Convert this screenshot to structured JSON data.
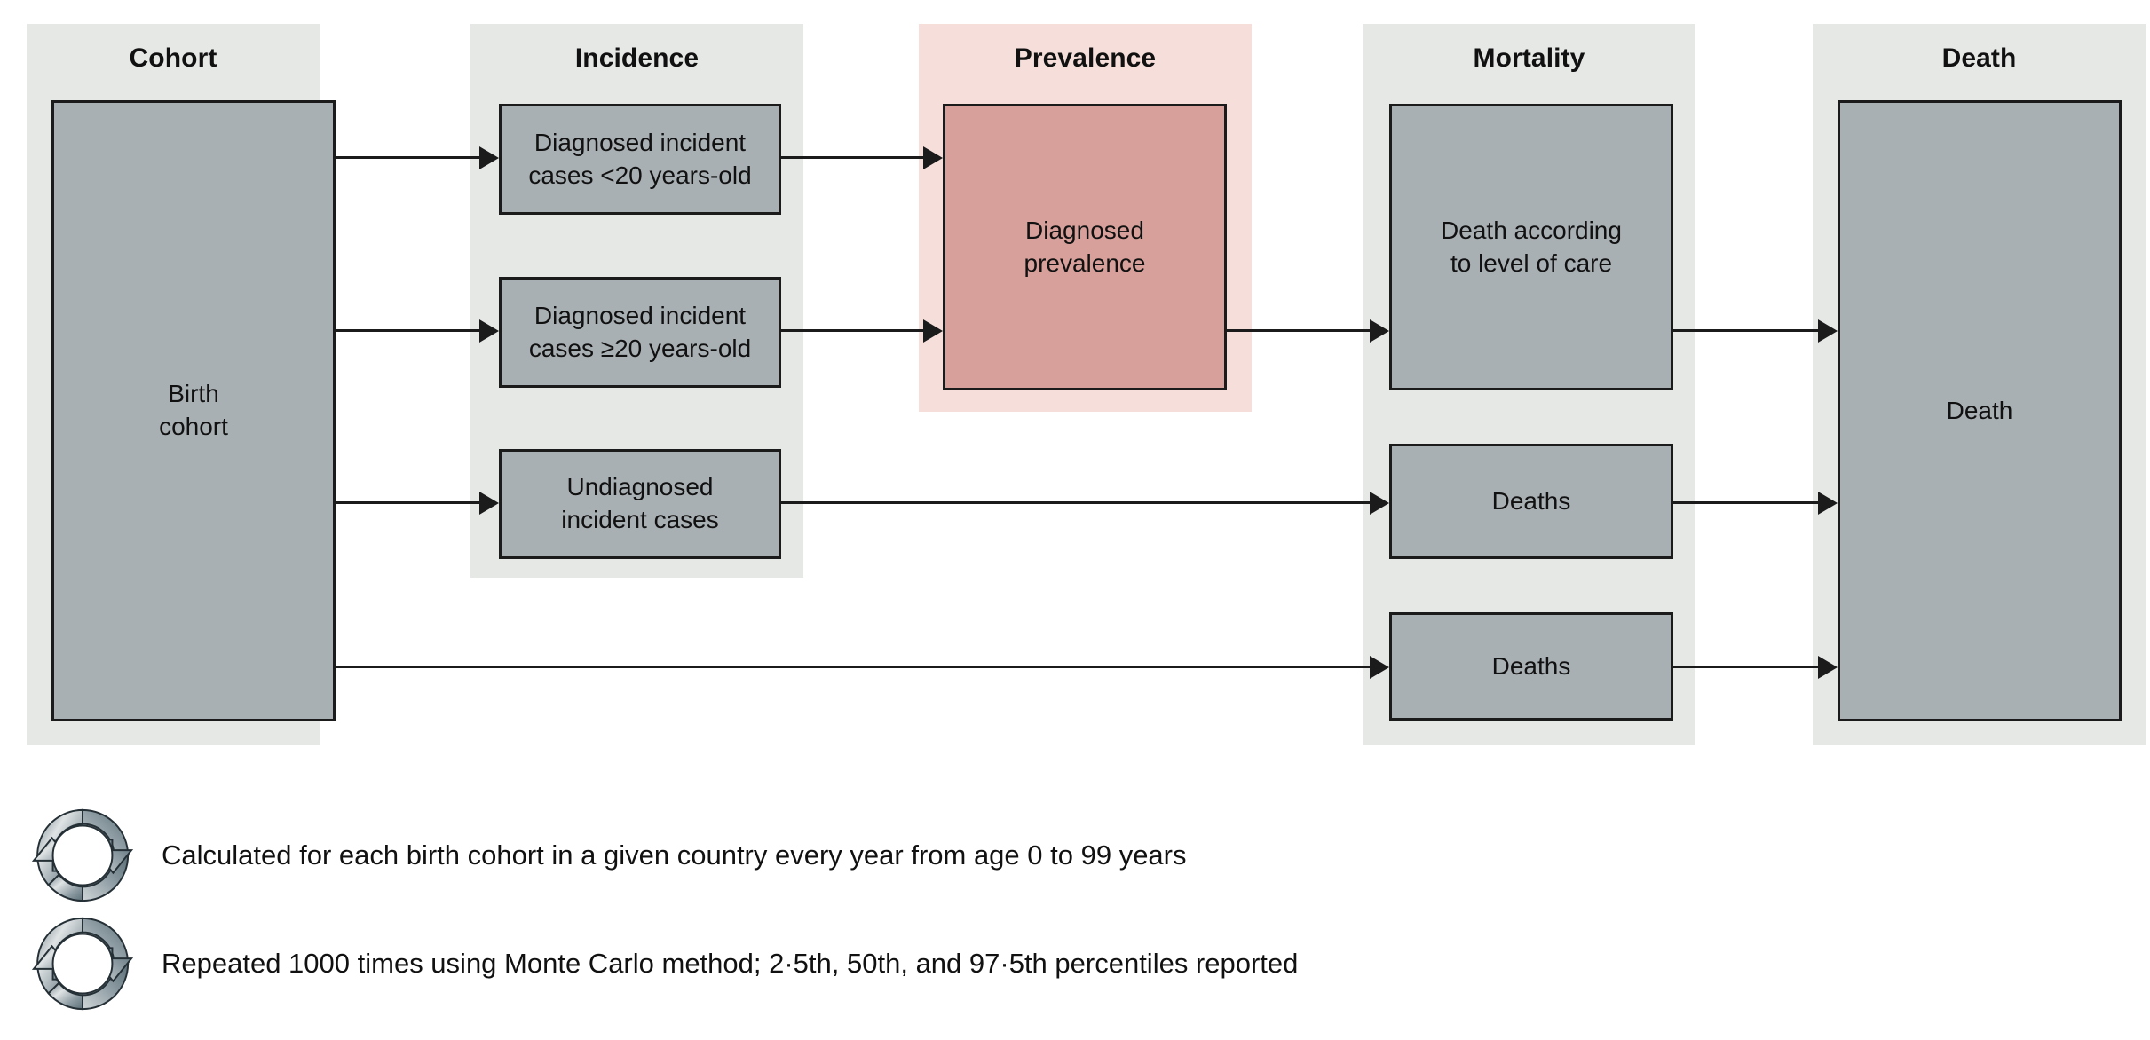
{
  "figure": {
    "type": "flow-diagram",
    "columns": [
      {
        "key": "cohort",
        "title": "Cohort",
        "accent": "#e6e8e6",
        "nodes": [
          {
            "key": "birth-cohort",
            "label": "Birth\ncohort",
            "fill": "#a9b0b4"
          }
        ]
      },
      {
        "key": "incidence",
        "title": "Incidence",
        "accent": "#e6e8e6",
        "nodes": [
          {
            "key": "diagnosed-incident-under20",
            "label": "Diagnosed incident\ncases <20 years-old",
            "fill": "#a9b0b4"
          },
          {
            "key": "diagnosed-incident-20plus",
            "label": "Diagnosed incident\ncases ≥20 years-old",
            "fill": "#a9b0b4"
          },
          {
            "key": "undiagnosed-incident",
            "label": "Undiagnosed\nincident cases",
            "fill": "#a9b0b4"
          }
        ]
      },
      {
        "key": "prevalence",
        "title": "Prevalence",
        "accent": "#f6dfda",
        "nodes": [
          {
            "key": "diagnosed-prevalence",
            "label": "Diagnosed\nprevalence",
            "fill": "#d8a09b"
          }
        ]
      },
      {
        "key": "mortality",
        "title": "Mortality",
        "accent": "#e6e8e6",
        "nodes": [
          {
            "key": "death-level-of-care",
            "label": "Death according\nto level of care",
            "fill": "#a9b0b4"
          },
          {
            "key": "deaths-undiagnosed",
            "label": "Deaths",
            "fill": "#a9b0b4"
          },
          {
            "key": "deaths-no-diabetes",
            "label": "Deaths",
            "fill": "#a9b0b4"
          }
        ]
      },
      {
        "key": "death",
        "title": "Death",
        "accent": "#e6e8e6",
        "nodes": [
          {
            "key": "death",
            "label": "Death",
            "fill": "#a9b0b4"
          }
        ]
      }
    ],
    "edges": [
      {
        "from": "birth-cohort",
        "to": "diagnosed-incident-under20"
      },
      {
        "from": "birth-cohort",
        "to": "diagnosed-incident-20plus"
      },
      {
        "from": "birth-cohort",
        "to": "undiagnosed-incident"
      },
      {
        "from": "birth-cohort",
        "to": "deaths-no-diabetes"
      },
      {
        "from": "diagnosed-incident-under20",
        "to": "diagnosed-prevalence"
      },
      {
        "from": "diagnosed-incident-20plus",
        "to": "diagnosed-prevalence"
      },
      {
        "from": "diagnosed-prevalence",
        "to": "death-level-of-care"
      },
      {
        "from": "undiagnosed-incident",
        "to": "deaths-undiagnosed"
      },
      {
        "from": "death-level-of-care",
        "to": "death"
      },
      {
        "from": "deaths-undiagnosed",
        "to": "death"
      },
      {
        "from": "deaths-no-diabetes",
        "to": "death"
      }
    ]
  },
  "footnotes": [
    {
      "icon": "cycle-arrows-icon",
      "text": "Calculated for each birth cohort in a given country every year from age 0 to 99 years"
    },
    {
      "icon": "cycle-arrows-icon",
      "text": "Repeated 1000 times using Monte Carlo method; 2·5th, 50th, and 97·5th percentiles reported"
    }
  ],
  "colors": {
    "panel_grey": "#e6e8e6",
    "panel_pink": "#f6dfda",
    "box_grey": "#a9b0b4",
    "box_pink": "#d8a09b",
    "stroke": "#1b1b1b",
    "background": "#ffffff"
  }
}
